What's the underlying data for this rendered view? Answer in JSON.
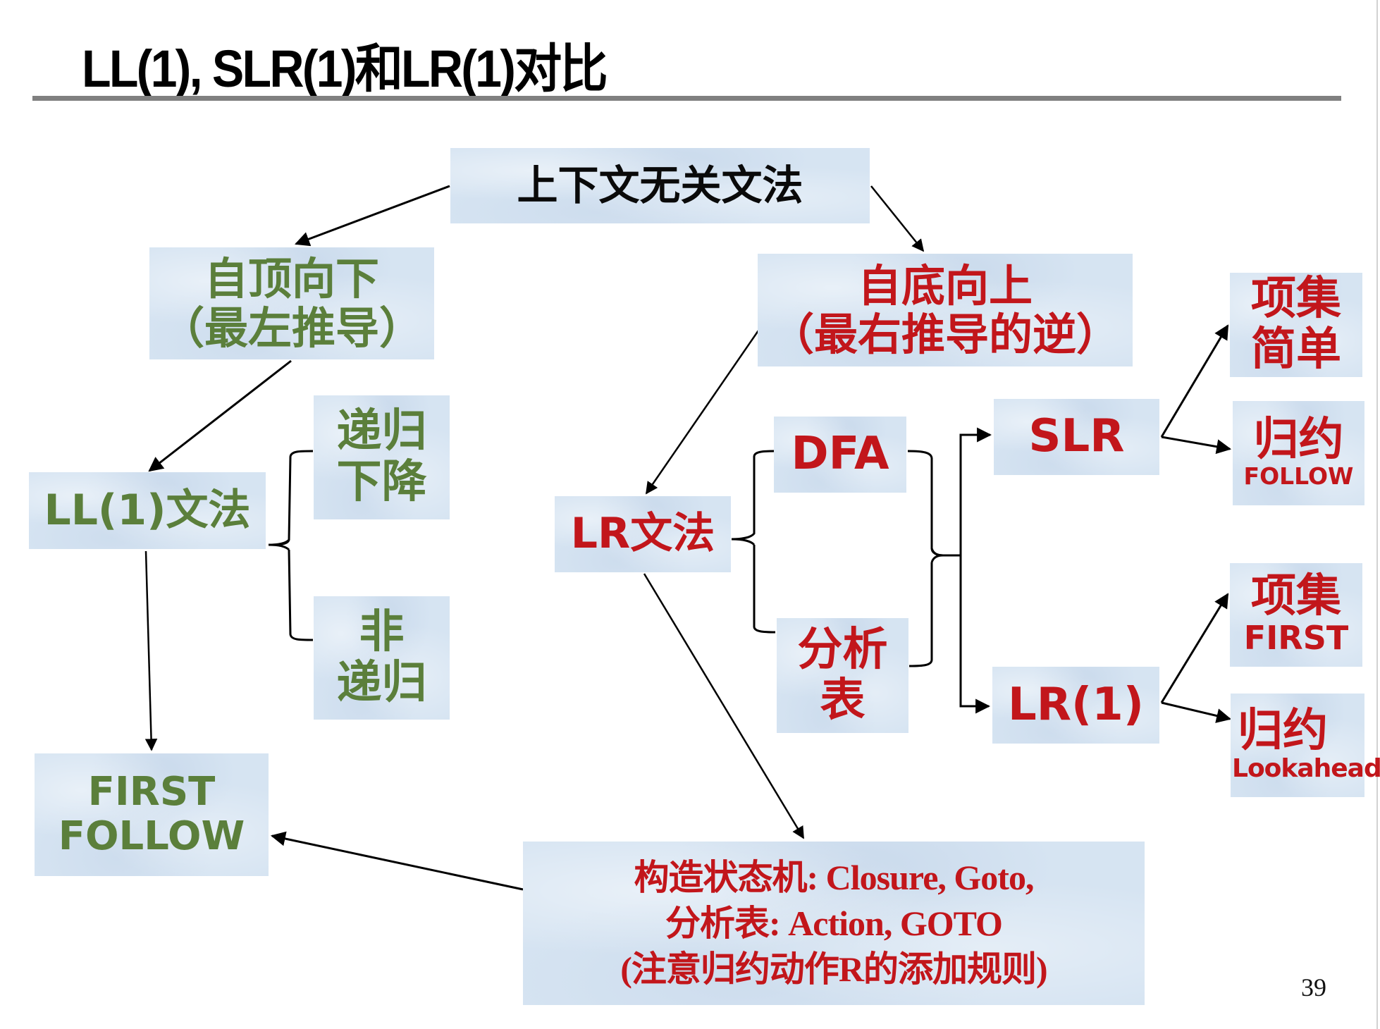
{
  "slide": {
    "title": "LL(1), SLR(1)和LR(1)对比",
    "page_number": "39"
  },
  "colors": {
    "green_text": "#5b7f3b",
    "red_text": "#c2161b",
    "box_fill": "#d6e4f2",
    "rule": "#808080"
  },
  "nodes": {
    "cfg": {
      "lines": [
        "上下文无关文法"
      ]
    },
    "top_down": {
      "lines": [
        "自顶向下",
        "（最左推导）"
      ]
    },
    "bottom_up": {
      "lines": [
        "自底向上",
        "（最右推导的逆）"
      ]
    },
    "ll1_grammar": {
      "lines": [
        "LL(1)文法"
      ]
    },
    "recursive_descent": {
      "lines": [
        "递归",
        "下降"
      ]
    },
    "non_recursive": {
      "lines": [
        "非",
        "递归"
      ]
    },
    "first_follow": {
      "lines": [
        "FIRST",
        "FOLLOW"
      ]
    },
    "lr_grammar": {
      "lines": [
        "LR文法"
      ]
    },
    "dfa": {
      "lines": [
        "DFA"
      ]
    },
    "parse_table": {
      "lines": [
        "分析",
        "表"
      ]
    },
    "slr": {
      "lines": [
        "SLR"
      ]
    },
    "lr1": {
      "lines": [
        "LR(1)"
      ]
    },
    "slr_itemset": {
      "lines": [
        "项集",
        "简单"
      ]
    },
    "slr_reduce": {
      "lines": [
        "归约",
        "FOLLOW"
      ]
    },
    "lr1_itemset": {
      "lines": [
        "项集",
        "FIRST"
      ]
    },
    "lr1_reduce": {
      "lines": [
        "归约",
        "Lookahead"
      ]
    },
    "construction": {
      "lines": [
        "构造状态机: Closure, Goto,",
        "分析表: Action, GOTO",
        "(注意归约动作R的添加规则)"
      ]
    }
  },
  "edges": [
    {
      "from": "cfg",
      "to": "top_down",
      "type": "arrow"
    },
    {
      "from": "cfg",
      "to": "bottom_up",
      "type": "arrow"
    },
    {
      "from": "top_down",
      "to": "ll1_grammar",
      "type": "arrow"
    },
    {
      "from": "bottom_up",
      "to": "lr_grammar",
      "type": "arrow"
    },
    {
      "from": "ll1_grammar",
      "to": [
        "recursive_descent",
        "non_recursive"
      ],
      "type": "brace"
    },
    {
      "from": "ll1_grammar",
      "to": "first_follow",
      "type": "arrow"
    },
    {
      "from": "lr_grammar",
      "to": [
        "dfa",
        "parse_table"
      ],
      "type": "brace"
    },
    {
      "from": [
        "dfa",
        "parse_table"
      ],
      "to": [
        "slr",
        "lr1"
      ],
      "type": "brace-arrow"
    },
    {
      "from": "lr_grammar",
      "to": "construction",
      "type": "arrow"
    },
    {
      "from": "construction",
      "to": "first_follow",
      "type": "arrow"
    },
    {
      "from": "slr",
      "to": "slr_itemset",
      "type": "arrow"
    },
    {
      "from": "slr",
      "to": "slr_reduce",
      "type": "arrow"
    },
    {
      "from": "lr1",
      "to": "lr1_itemset",
      "type": "arrow"
    },
    {
      "from": "lr1",
      "to": "lr1_reduce",
      "type": "arrow"
    }
  ]
}
